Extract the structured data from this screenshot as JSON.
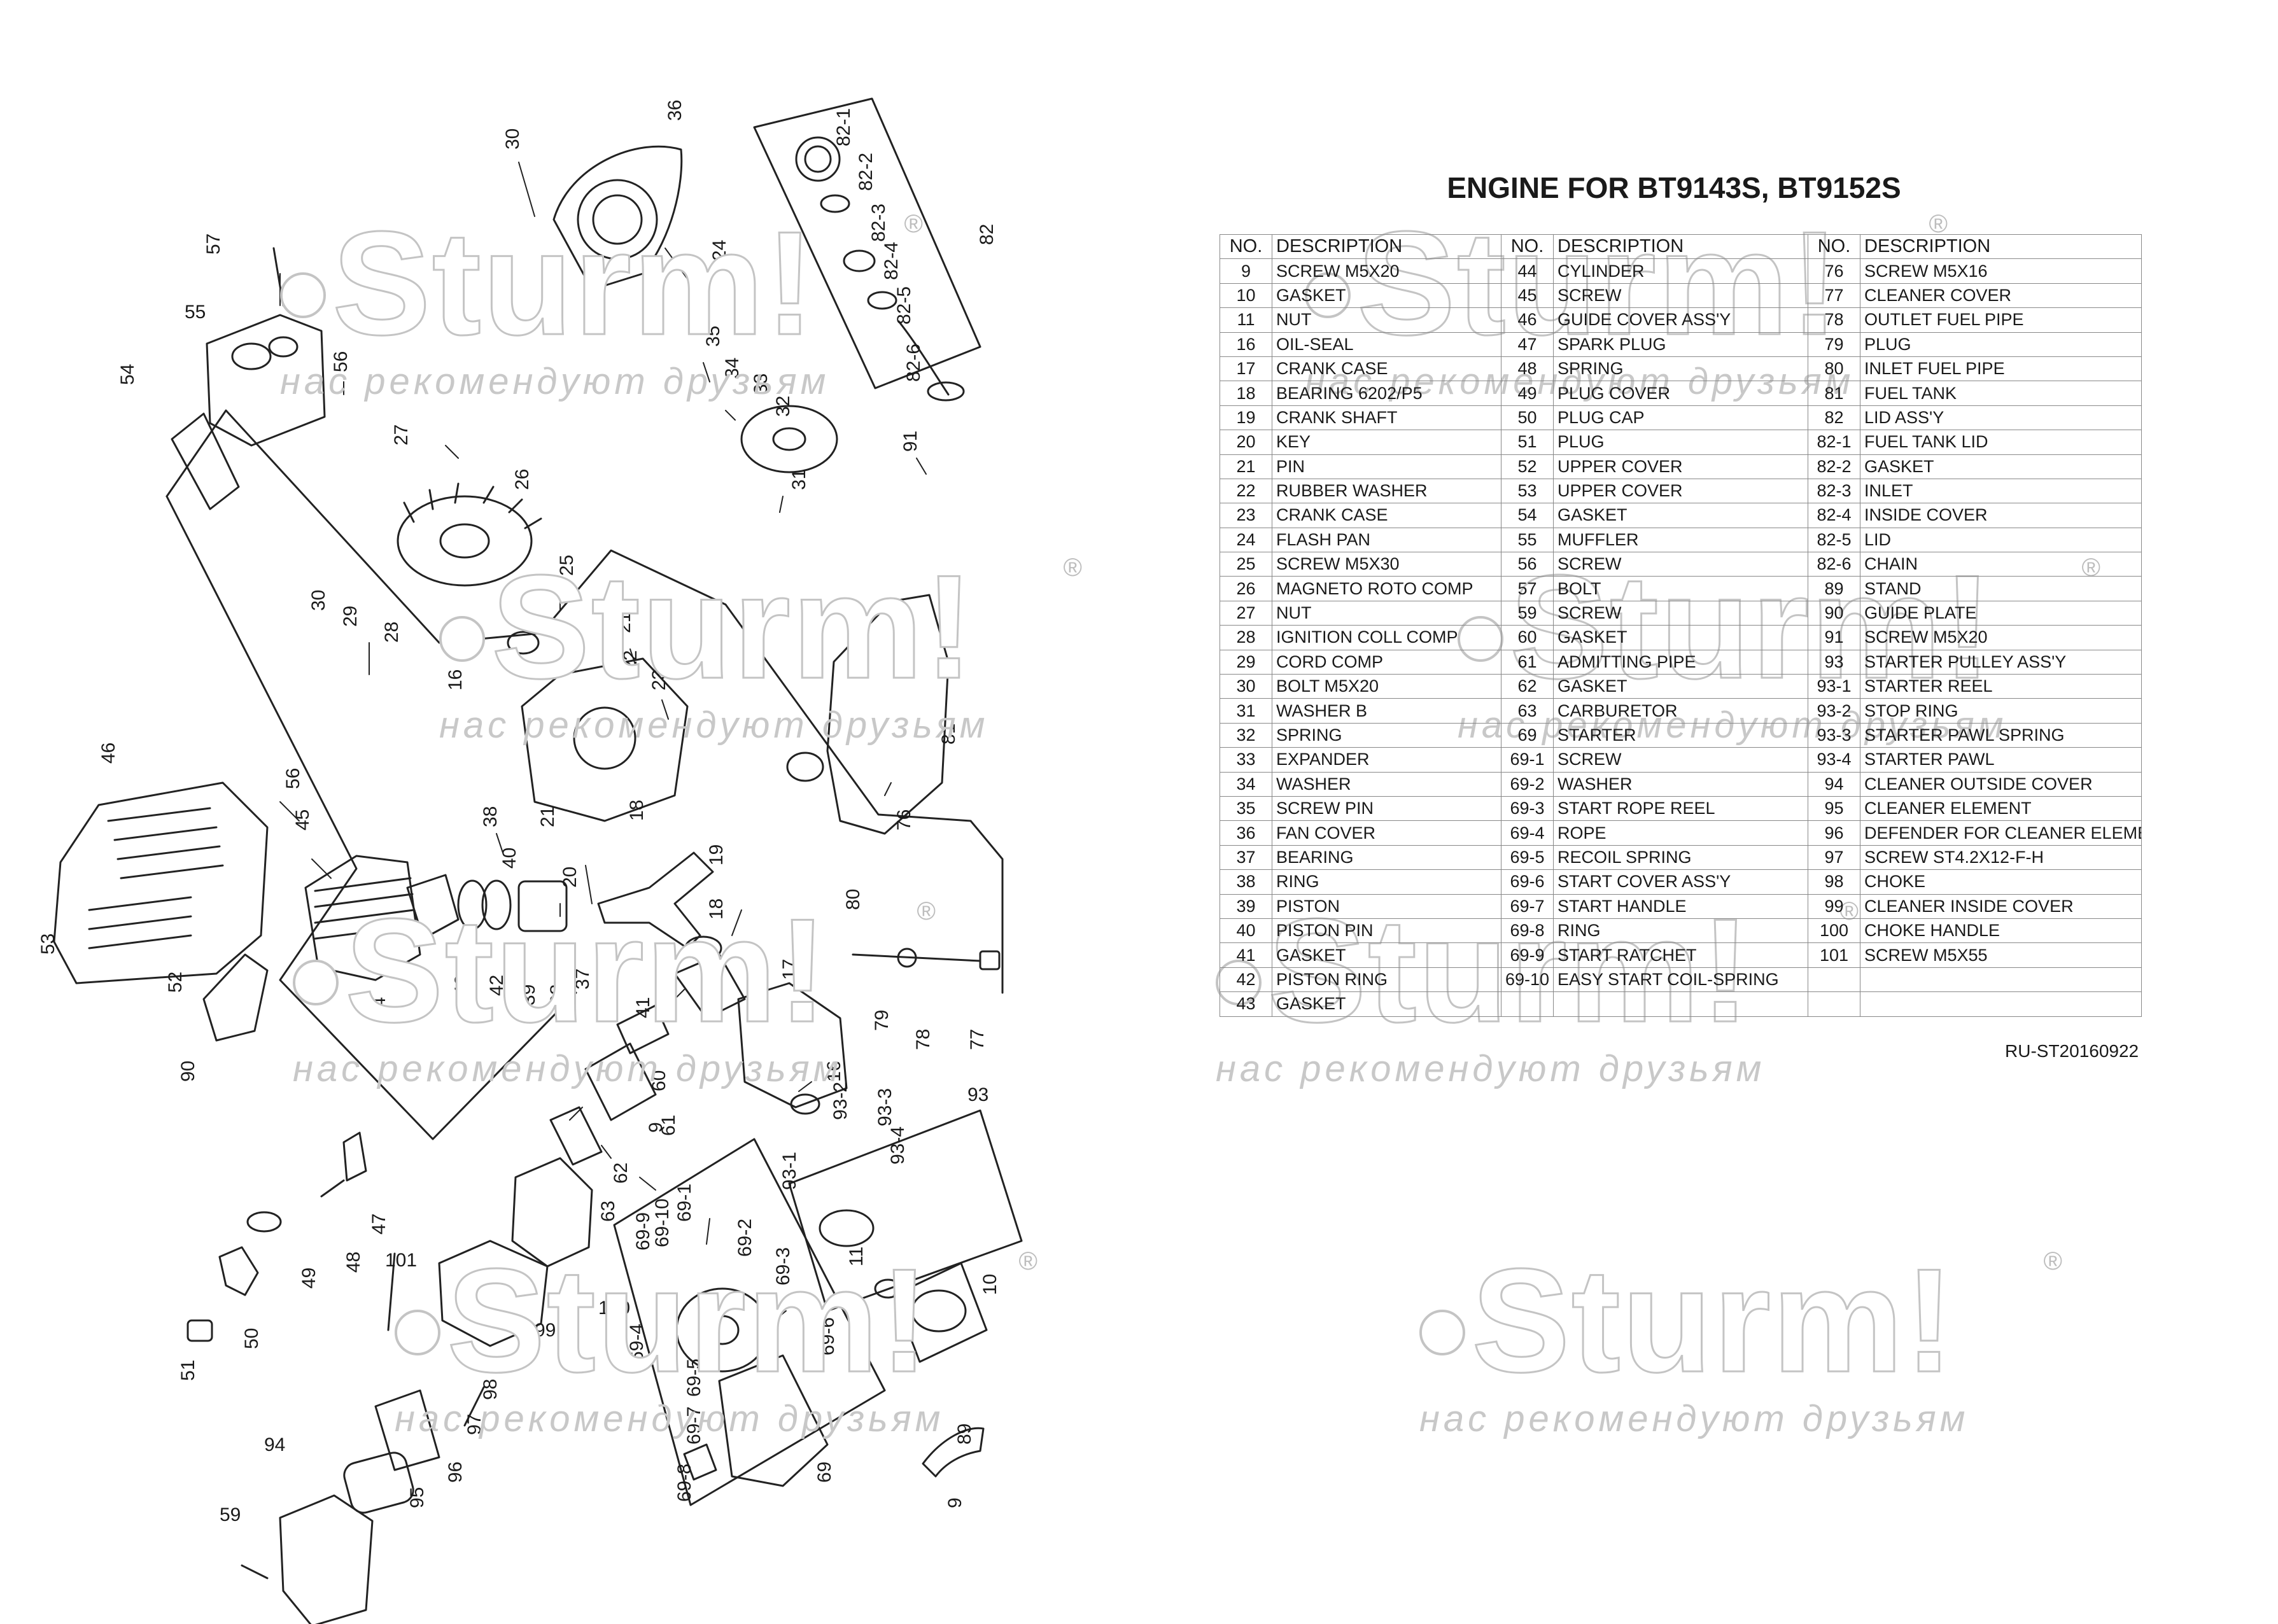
{
  "title": "ENGINE FOR BT9143S, BT9152S",
  "doc_code": "RU-ST20160922",
  "watermark": {
    "brand": "Sturm!",
    "slogan": "нас рекомендуют друзьям",
    "registered": "®"
  },
  "table": {
    "headers": [
      "NO.",
      "DESCRIPTION",
      "NO.",
      "DESCRIPTION",
      "NO.",
      "DESCRIPTION"
    ],
    "rows": [
      [
        "9",
        "SCREW M5X20",
        "44",
        "CYLINDER",
        "76",
        "SCREW M5X16"
      ],
      [
        "10",
        "GASKET",
        "45",
        "SCREW",
        "77",
        "CLEANER COVER"
      ],
      [
        "11",
        "NUT",
        "46",
        "GUIDE COVER ASS'Y",
        "78",
        "OUTLET FUEL PIPE"
      ],
      [
        "16",
        "OIL-SEAL",
        "47",
        "SPARK PLUG",
        "79",
        "PLUG"
      ],
      [
        "17",
        "CRANK CASE",
        "48",
        "SPRING",
        "80",
        "INLET FUEL PIPE"
      ],
      [
        "18",
        "BEARING 6202/P5",
        "49",
        "PLUG COVER",
        "81",
        "FUEL TANK"
      ],
      [
        "19",
        "CRANK SHAFT",
        "50",
        "PLUG CAP",
        "82",
        "LID ASS'Y"
      ],
      [
        "20",
        "KEY",
        "51",
        "PLUG",
        "82-1",
        "FUEL TANK LID"
      ],
      [
        "21",
        "PIN",
        "52",
        "UPPER COVER",
        "82-2",
        "GASKET"
      ],
      [
        "22",
        "RUBBER WASHER",
        "53",
        "UPPER COVER",
        "82-3",
        "INLET"
      ],
      [
        "23",
        "CRANK CASE",
        "54",
        "GASKET",
        "82-4",
        "INSIDE COVER"
      ],
      [
        "24",
        "FLASH PAN",
        "55",
        "MUFFLER",
        "82-5",
        "LID"
      ],
      [
        "25",
        "SCREW M5X30",
        "56",
        "SCREW",
        "82-6",
        "CHAIN"
      ],
      [
        "26",
        "MAGNETO ROTO COMP",
        "57",
        "BOLT",
        "89",
        "STAND"
      ],
      [
        "27",
        "NUT",
        "59",
        "SCREW",
        "90",
        "GUIDE PLATE"
      ],
      [
        "28",
        "IGNITION COLL COMP",
        "60",
        "GASKET",
        "91",
        "SCREW M5X20"
      ],
      [
        "29",
        "CORD COMP",
        "61",
        "ADMITTING PIPE",
        "93",
        "STARTER PULLEY ASS'Y"
      ],
      [
        "30",
        "BOLT M5X20",
        "62",
        "GASKET",
        "93-1",
        "STARTER REEL"
      ],
      [
        "31",
        "WASHER B",
        "63",
        "CARBURETOR",
        "93-2",
        "STOP RING"
      ],
      [
        "32",
        "SPRING",
        "69",
        "STARTER",
        "93-3",
        "STARTER PAWL SPRING"
      ],
      [
        "33",
        "EXPANDER",
        "69-1",
        "SCREW",
        "93-4",
        "STARTER PAWL"
      ],
      [
        "34",
        "WASHER",
        "69-2",
        "WASHER",
        "94",
        "CLEANER OUTSIDE COVER"
      ],
      [
        "35",
        "SCREW PIN",
        "69-3",
        "START ROPE REEL",
        "95",
        "CLEANER ELEMENT"
      ],
      [
        "36",
        "FAN COVER",
        "69-4",
        "ROPE",
        "96",
        "DEFENDER FOR CLEANER ELEMENT"
      ],
      [
        "37",
        "BEARING",
        "69-5",
        "RECOIL SPRING",
        "97",
        "SCREW ST4.2X12-F-H"
      ],
      [
        "38",
        "RING",
        "69-6",
        "START COVER ASS'Y",
        "98",
        "CHOKE"
      ],
      [
        "39",
        "PISTON",
        "69-7",
        "START HANDLE",
        "99",
        "CLEANER INSIDE COVER"
      ],
      [
        "40",
        "PISTON PIN",
        "69-8",
        "RING",
        "100",
        "CHOKE HANDLE"
      ],
      [
        "41",
        "GASKET",
        "69-9",
        "START RATCHET",
        "101",
        "SCREW M5X55"
      ],
      [
        "42",
        "PISTON RING",
        "69-10",
        "EASY START COIL-SPRING",
        "",
        ""
      ],
      [
        "43",
        "GASKET",
        "",
        "",
        "",
        ""
      ]
    ]
  },
  "callouts": [
    "30",
    "36",
    "24",
    "35",
    "34",
    "33",
    "32",
    "31",
    "82-1",
    "82-2",
    "82-3",
    "82-4",
    "82-5",
    "82-6",
    "82",
    "91",
    "57",
    "55",
    "56",
    "54",
    "27",
    "26",
    "25",
    "30",
    "29",
    "28",
    "16",
    "21",
    "22",
    "23",
    "81",
    "76",
    "46",
    "56",
    "45",
    "38",
    "40",
    "42",
    "42",
    "39",
    "38",
    "37",
    "20",
    "19",
    "18",
    "21",
    "18",
    "17",
    "16",
    "41",
    "43",
    "44",
    "52",
    "53",
    "90",
    "80",
    "79",
    "78",
    "77",
    "60",
    "61",
    "62",
    "63",
    "9",
    "47",
    "48",
    "49",
    "50",
    "51",
    "101",
    "99",
    "100",
    "93",
    "93-1",
    "93-2",
    "93-3",
    "93-4",
    "11",
    "10",
    "69-9",
    "69-10",
    "69-1",
    "69-2",
    "69-3",
    "69-4",
    "69-5",
    "69-6",
    "69-7",
    "69-8",
    "69",
    "89",
    "9",
    "98",
    "97",
    "96",
    "95",
    "94",
    "59"
  ]
}
